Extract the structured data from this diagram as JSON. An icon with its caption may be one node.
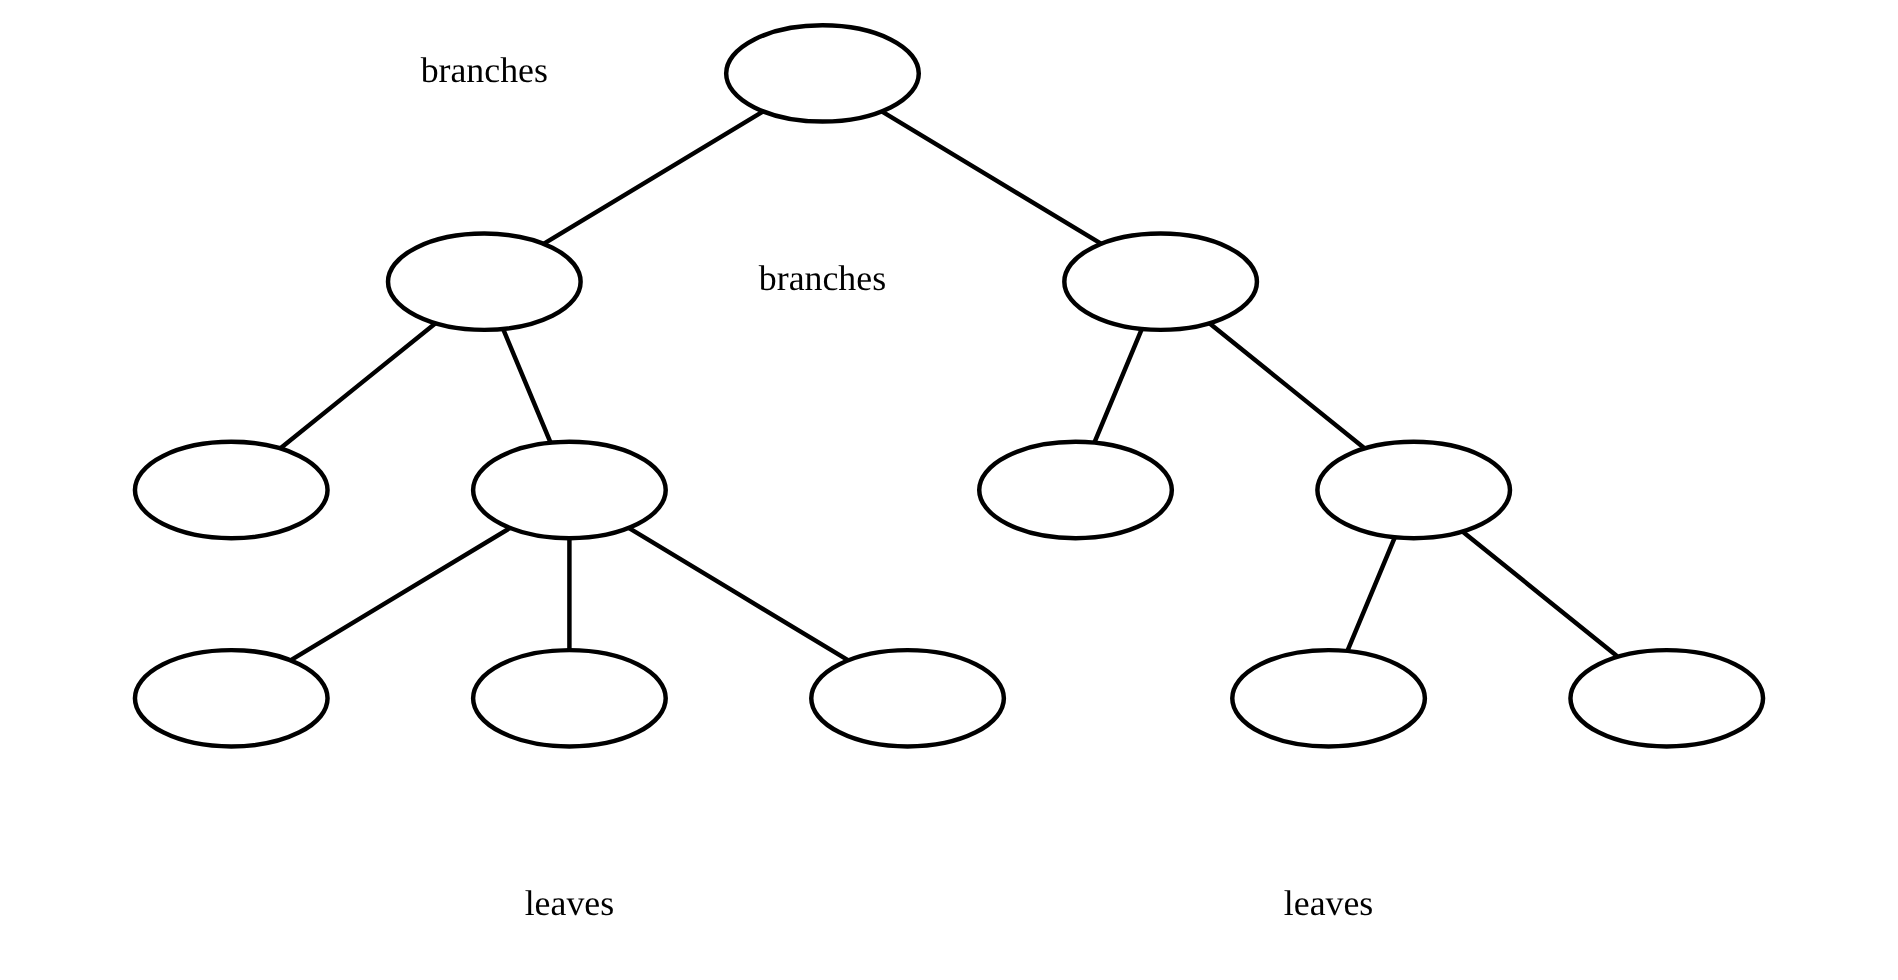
{
  "diagram": {
    "nodes": [
      {
        "text": [],
        "shape": "ellipse"
      },
      {
        "text": [],
        "shape": "ellipse"
      },
      {
        "text": [],
        "shape": "ellipse"
      },
      {
        "text": [],
        "shape": "ellipse"
      },
      {
        "text": [],
        "shape": "ellipse"
      },
      {
        "text": [],
        "shape": "ellipse"
      },
      {
        "text": [],
        "shape": "ellipse"
      },
      {
        "text": [],
        "shape": "ellipse"
      },
      {
        "text": [],
        "shape": "ellipse"
      },
      {
        "text": [],
        "shape": "ellipse"
      },
      {
        "text": [],
        "shape": "ellipse"
      },
      {
        "text": [],
        "shape": "ellipse"
      }
    ],
    "edges": [
      {
        "from": 0,
        "to": 1,
        "arrow": "none"
      },
      {
        "from": 0,
        "to": 2,
        "arrow": "none"
      },
      {
        "from": 1,
        "to": 3,
        "arrow": "none"
      },
      {
        "from": 1,
        "to": 4,
        "arrow": "none"
      },
      {
        "from": 2,
        "to": 5,
        "arrow": "none"
      },
      {
        "from": 2,
        "to": 6,
        "arrow": "none"
      },
      {
        "from": 4,
        "to": 7,
        "arrow": "none"
      },
      {
        "from": 4,
        "to": 8,
        "arrow": "none"
      },
      {
        "from": 4,
        "to": 9,
        "arrow": "none"
      },
      {
        "from": 6,
        "to": 10,
        "arrow": "none"
      },
      {
        "from": 6,
        "to": 11,
        "arrow": "none"
      }
    ],
    "labels": [
      "branches",
      "branches",
      "leaves",
      "leaves"
    ]
  }
}
